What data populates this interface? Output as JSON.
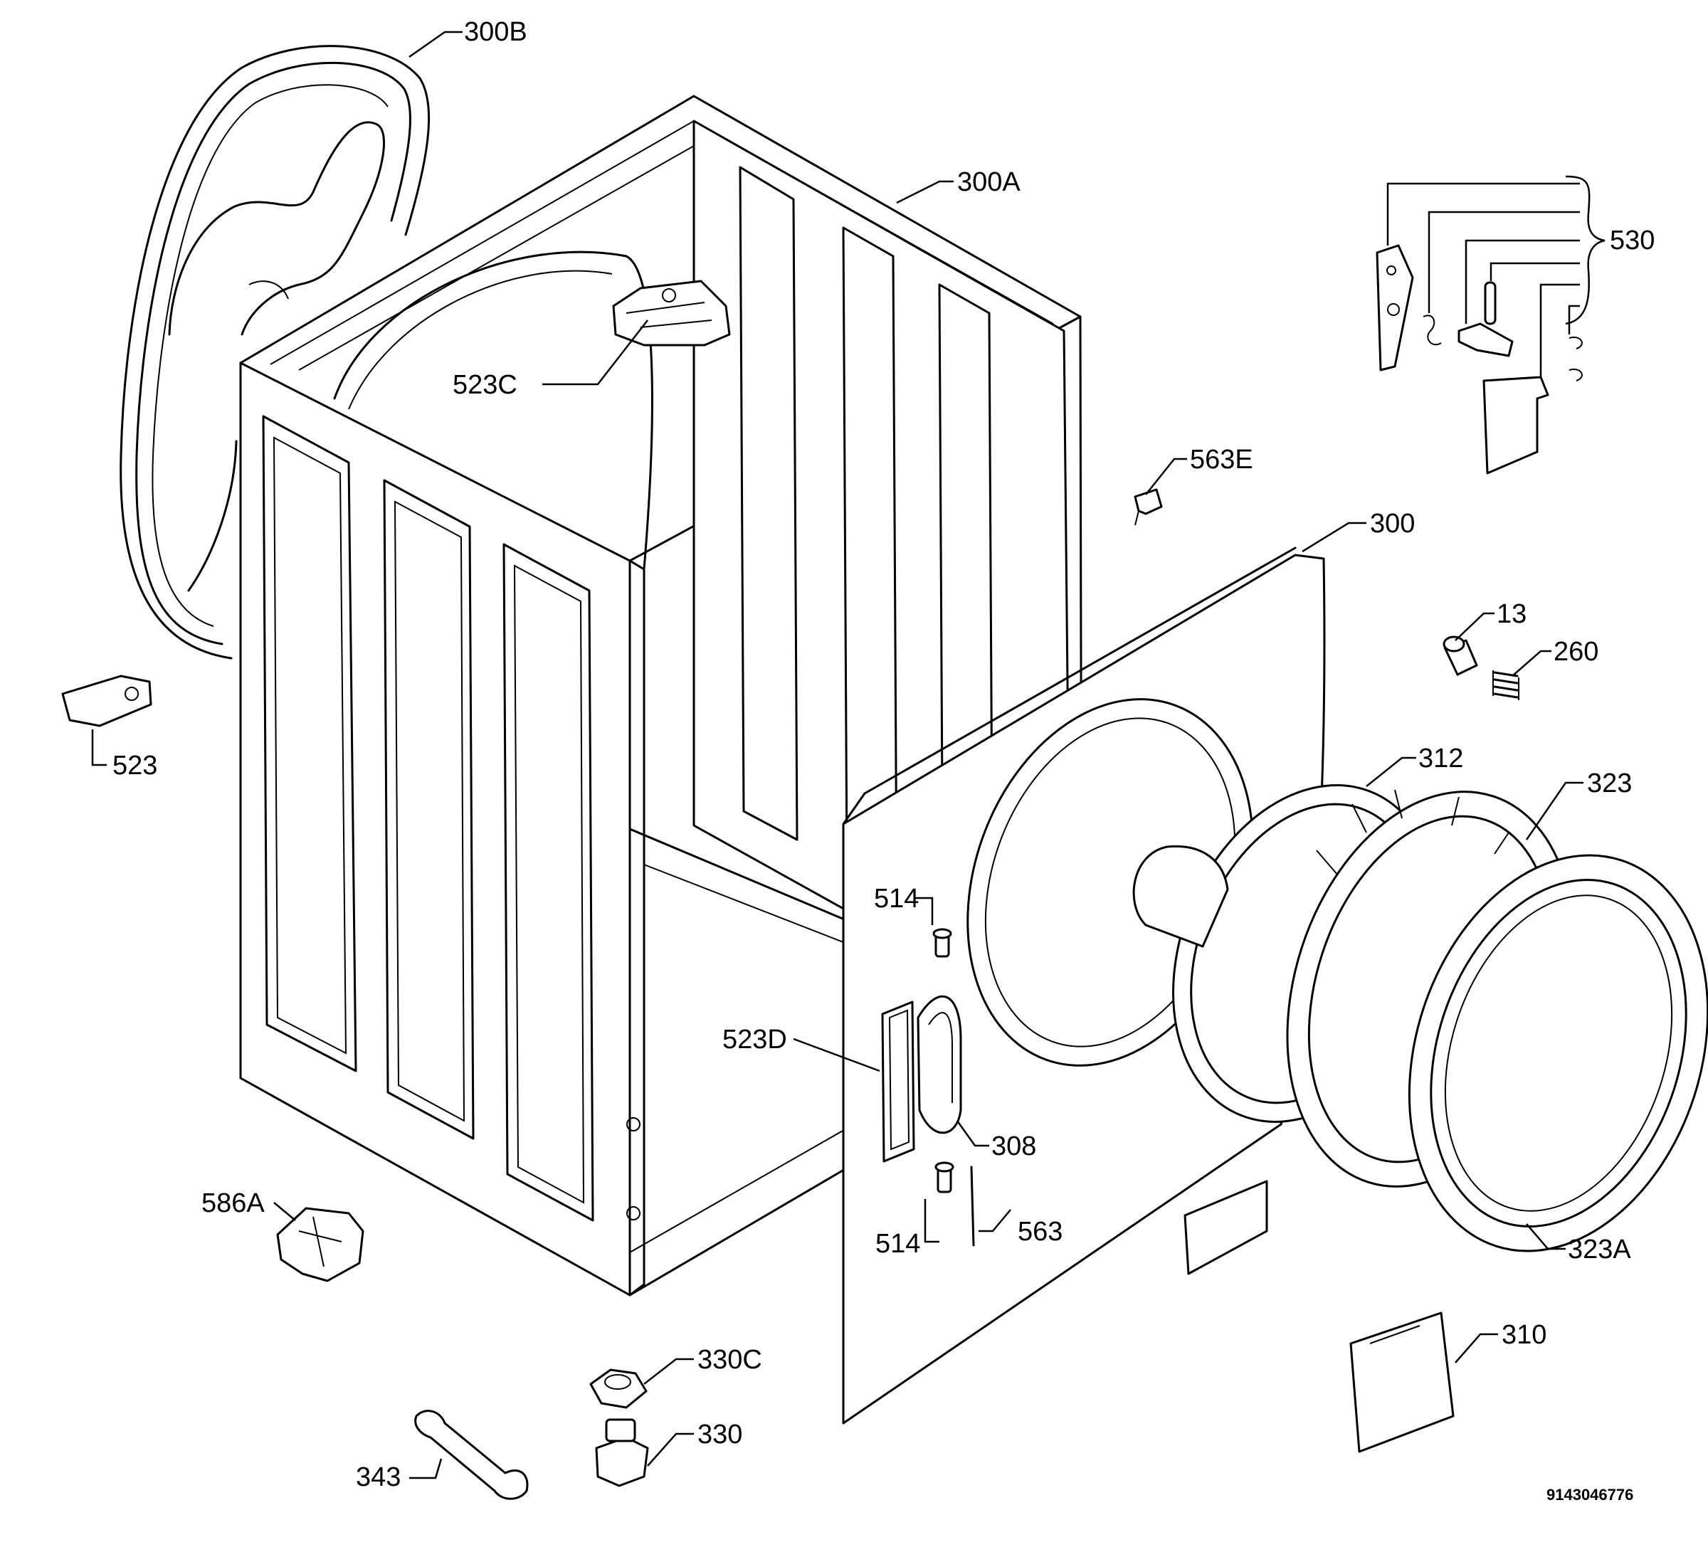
{
  "labels": {
    "l300B": "300B",
    "l300A": "300A",
    "l530": "530",
    "l523C": "523C",
    "l563E": "563E",
    "l300": "300",
    "l13": "13",
    "l260": "260",
    "l523": "523",
    "l312": "312",
    "l323": "323",
    "l514a": "514",
    "l523D": "523D",
    "l308": "308",
    "l514b": "514",
    "l563": "563",
    "l323A": "323A",
    "l586A": "586A",
    "l310": "310",
    "l330C": "330C",
    "l330": "330",
    "l343": "343"
  },
  "drawing_code": "9143046776"
}
